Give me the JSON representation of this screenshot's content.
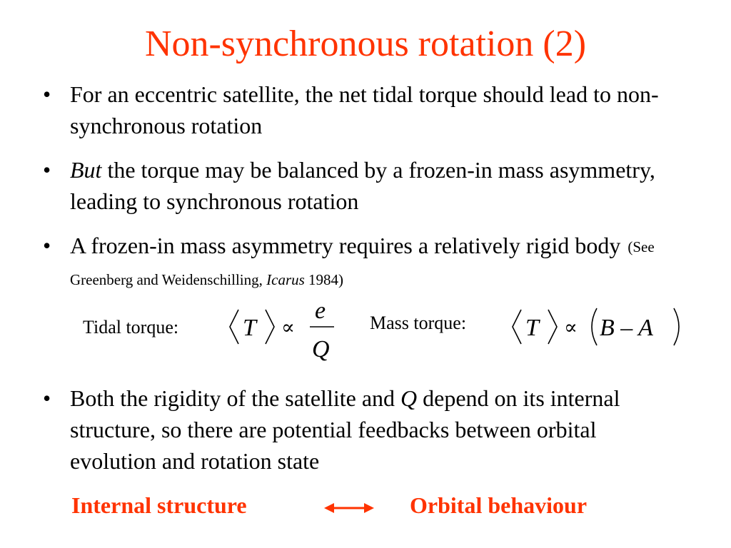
{
  "title": "Non-synchronous rotation (2)",
  "bullets": [
    {
      "symbol": "•",
      "text": "For an eccentric satellite, the net tidal torque should lead to non-synchronous rotation"
    },
    {
      "symbol": "•",
      "italic_lead": "But",
      "text": " the torque may be balanced by a frozen-in mass asymmetry, leading to synchronous rotation"
    },
    {
      "symbol": "•",
      "text": "A frozen-in mass asymmetry requires a relatively rigid body",
      "citation_prefix": "(See Greenberg and Weidenschilling, ",
      "citation_journal": "Icarus",
      "citation_suffix": " 1984)"
    },
    {
      "symbol": "•",
      "text_before": "Both the rigidity of the satellite and ",
      "italic_mid": "Q",
      "text_after": " depend on its internal structure, so there are potential feedbacks between orbital evolution and rotation state"
    }
  ],
  "tidal": {
    "label": "Tidal torque:",
    "lhs": "T",
    "prop": "∝",
    "numerator": "e",
    "denominator": "Q"
  },
  "mass": {
    "label": "Mass torque:",
    "lhs": "T",
    "prop": "∝",
    "rhs": "B – A"
  },
  "relation": {
    "left": "Internal structure",
    "right": "Orbital behaviour",
    "arrow_icon": "double-arrow-icon"
  },
  "colors": {
    "accent": "#ff3300",
    "text": "#000000",
    "background": "#ffffff"
  }
}
